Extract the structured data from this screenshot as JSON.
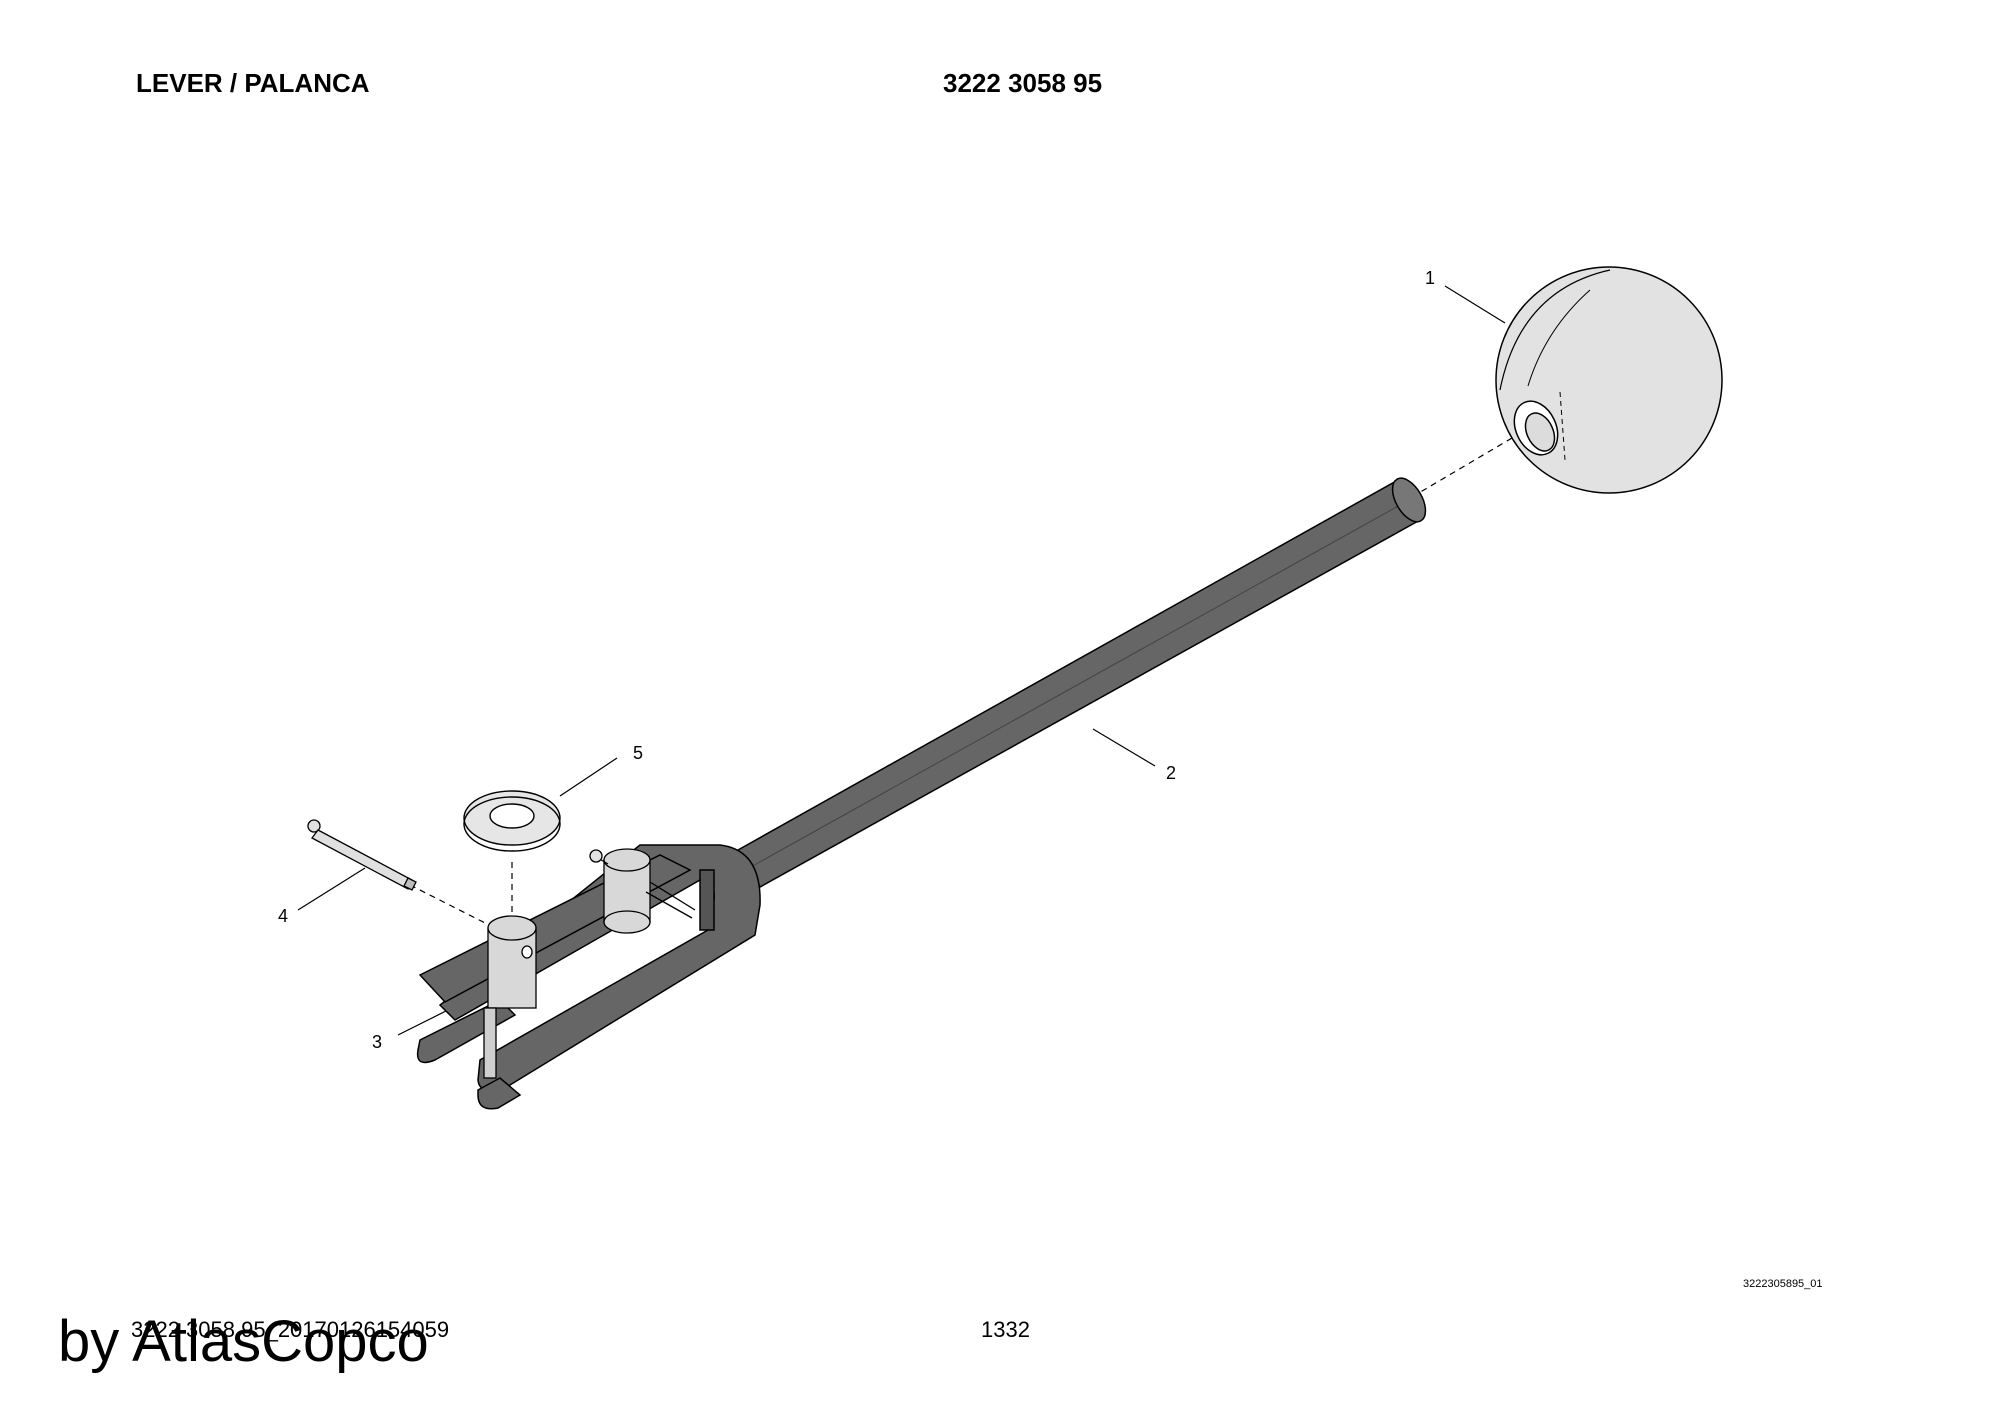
{
  "header": {
    "title": "LEVER / PALANCA",
    "part_number": "3222 3058 95"
  },
  "callouts": [
    "1",
    "2",
    "3",
    "4",
    "5"
  ],
  "figure_code": "3222305895_01",
  "footer": {
    "doc_id": "3222 3058 95_20170126154059",
    "page": "1332"
  },
  "watermark": "by AtlasCopco",
  "colors": {
    "handle": "#666666",
    "knob": "#e2e2e2",
    "pin": "#d8d8d8",
    "line": "#000000"
  }
}
